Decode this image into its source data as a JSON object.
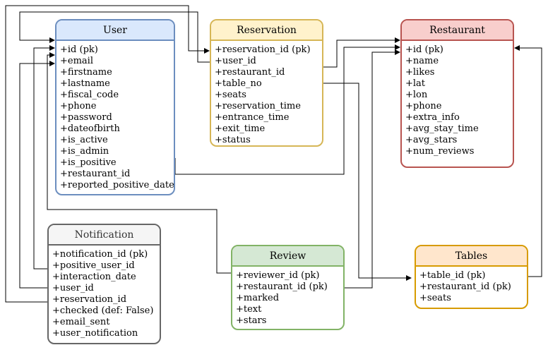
{
  "entities": {
    "user": {
      "title": "User",
      "fields": [
        "+id (pk)",
        "+email",
        "+firstname",
        "+lastname",
        "+fiscal_code",
        "+phone",
        "+password",
        "+dateofbirth",
        "+is_active",
        "+is_admin",
        "+is_positive",
        "+restaurant_id",
        "+reported_positive_date"
      ]
    },
    "reservation": {
      "title": "Reservation",
      "fields": [
        "+reservation_id (pk)",
        "+user_id",
        "+restaurant_id",
        "+table_no",
        "+seats",
        "+reservation_time",
        "+entrance_time",
        "+exit_time",
        "+status"
      ]
    },
    "restaurant": {
      "title": "Restaurant",
      "fields": [
        "+id (pk)",
        "+name",
        "+likes",
        "+lat",
        "+lon",
        "+phone",
        "+extra_info",
        "+avg_stay_time",
        "+avg_stars",
        "+num_reviews"
      ]
    },
    "notification": {
      "title": "Notification",
      "fields": [
        "+notification_id (pk)",
        "+positive_user_id",
        "+interaction_date",
        "+user_id",
        "+reservation_id",
        "+checked (def: False)",
        "+email_sent",
        "+user_notification"
      ]
    },
    "review": {
      "title": "Review",
      "fields": [
        "+reviewer_id (pk)",
        "+restaurant_id (pk)",
        "+marked",
        "+text",
        "+stars"
      ]
    },
    "tables": {
      "title": "Tables",
      "fields": [
        "+table_id (pk)",
        "+restaurant_id (pk)",
        "+seats"
      ]
    }
  },
  "colors": {
    "user": "#6c8ebf",
    "reservation": "#d6b656",
    "restaurant": "#b85450",
    "notification": "#666666",
    "review": "#82b366",
    "tables": "#d79b00",
    "edge": "#000000"
  }
}
